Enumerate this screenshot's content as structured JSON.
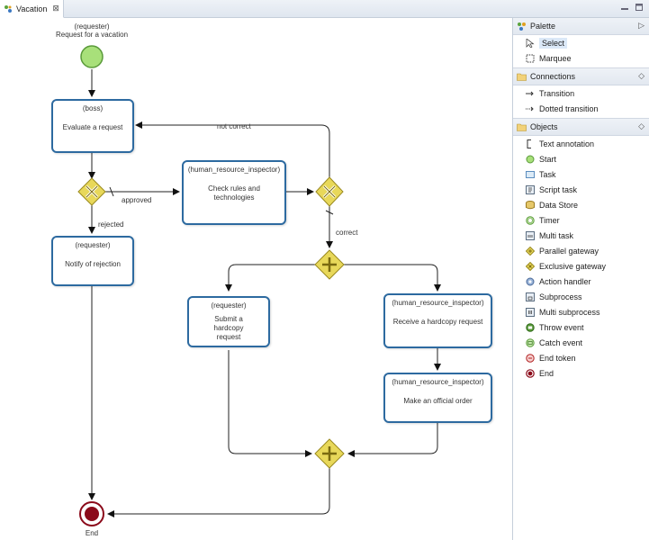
{
  "editor": {
    "tab_title": "Vacation",
    "tab_close": "⊠"
  },
  "diagram": {
    "start_role": "(requester)",
    "start_name": "Request for a vacation",
    "end_name": "End",
    "tasks": [
      {
        "role": "(boss)",
        "name": "Evaluate a request"
      },
      {
        "role": "(human_resource_inspector)",
        "name": "Check rules and technologies"
      },
      {
        "role": "(requester)",
        "name": "Notify of rejection"
      },
      {
        "role": "(requester)",
        "name": "Submit a hardcopy request"
      },
      {
        "role": "(human_resource_inspector)",
        "name": "Receive a hardcopy request"
      },
      {
        "role": "(human_resource_inspector)",
        "name": "Make an official order"
      }
    ],
    "flow_labels": {
      "not_correct": "not correct",
      "approved": "approved",
      "rejected": "rejected",
      "correct": "correct"
    }
  },
  "palette": {
    "title": "Palette",
    "tools": [
      "Select",
      "Marquee"
    ],
    "connections_title": "Connections",
    "connections": [
      "Transition",
      "Dotted transition"
    ],
    "objects_title": "Objects",
    "objects": [
      {
        "label": "Text annotation",
        "icon": "text-annotation-icon"
      },
      {
        "label": "Start",
        "icon": "start-icon"
      },
      {
        "label": "Task",
        "icon": "task-icon"
      },
      {
        "label": "Script task",
        "icon": "script-task-icon"
      },
      {
        "label": "Data Store",
        "icon": "data-store-icon"
      },
      {
        "label": "Timer",
        "icon": "timer-icon"
      },
      {
        "label": "Multi task",
        "icon": "multi-task-icon"
      },
      {
        "label": "Parallel gateway",
        "icon": "parallel-gateway-icon"
      },
      {
        "label": "Exclusive gateway",
        "icon": "exclusive-gateway-icon"
      },
      {
        "label": "Action handler",
        "icon": "action-handler-icon"
      },
      {
        "label": "Subprocess",
        "icon": "subprocess-icon"
      },
      {
        "label": "Multi subprocess",
        "icon": "multi-subprocess-icon"
      },
      {
        "label": "Throw event",
        "icon": "throw-event-icon"
      },
      {
        "label": "Catch event",
        "icon": "catch-event-icon"
      },
      {
        "label": "End token",
        "icon": "end-token-icon"
      },
      {
        "label": "End",
        "icon": "end-icon"
      }
    ]
  },
  "colors": {
    "task_border": "#2d6aa0",
    "gateway_fill": "#e8d85a",
    "start_fill": "#a8e07a",
    "end_fill": "#8b0a1a"
  }
}
